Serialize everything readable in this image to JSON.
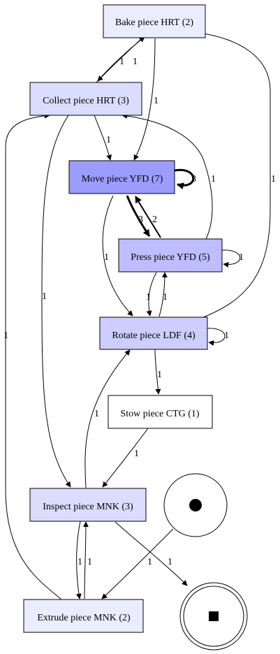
{
  "graph": {
    "nodes": [
      {
        "id": "bake",
        "label": "Bake piece HRT (2)",
        "fill": "#ececff"
      },
      {
        "id": "collect",
        "label": "Collect piece HRT (3)",
        "fill": "#dcdcff"
      },
      {
        "id": "move",
        "label": "Move piece YFD (7)",
        "fill": "#9c9cff"
      },
      {
        "id": "press",
        "label": "Press piece YFD (5)",
        "fill": "#bdbdff"
      },
      {
        "id": "rotate",
        "label": "Rotate piece LDF (4)",
        "fill": "#cdcdff"
      },
      {
        "id": "stow",
        "label": "Stow piece CTG (1)",
        "fill": "#ffffff"
      },
      {
        "id": "inspect",
        "label": "Inspect piece MNK (3)",
        "fill": "#dcdcff"
      },
      {
        "id": "extrude",
        "label": "Extrude piece MNK (2)",
        "fill": "#ececff"
      },
      {
        "id": "start",
        "label": "",
        "kind": "start-place"
      },
      {
        "id": "end",
        "label": "",
        "kind": "end-place"
      }
    ],
    "edges": [
      {
        "from": "collect",
        "to": "bake",
        "label": "1"
      },
      {
        "from": "bake",
        "to": "collect",
        "label": "1"
      },
      {
        "from": "bake",
        "to": "move",
        "label": "1"
      },
      {
        "from": "collect",
        "to": "move",
        "label": "1"
      },
      {
        "from": "move",
        "to": "move",
        "label": "3"
      },
      {
        "from": "move",
        "to": "press",
        "label": "3"
      },
      {
        "from": "press",
        "to": "move",
        "label": "2"
      },
      {
        "from": "press",
        "to": "collect",
        "label": "1"
      },
      {
        "from": "press",
        "to": "press",
        "label": "1"
      },
      {
        "from": "move",
        "to": "rotate",
        "label": "1"
      },
      {
        "from": "press",
        "to": "rotate",
        "label": "1"
      },
      {
        "from": "rotate",
        "to": "press",
        "label": "1"
      },
      {
        "from": "rotate",
        "to": "rotate",
        "label": "1"
      },
      {
        "from": "rotate",
        "to": "bake",
        "label": "1"
      },
      {
        "from": "collect",
        "to": "inspect",
        "label": "1"
      },
      {
        "from": "extrude",
        "to": "collect",
        "label": "1"
      },
      {
        "from": "rotate",
        "to": "stow",
        "label": "1"
      },
      {
        "from": "inspect",
        "to": "rotate",
        "label": "1"
      },
      {
        "from": "stow",
        "to": "inspect",
        "label": "1"
      },
      {
        "from": "inspect",
        "to": "extrude",
        "label": "1"
      },
      {
        "from": "extrude",
        "to": "inspect",
        "label": "1"
      },
      {
        "from": "start",
        "to": "extrude",
        "label": "1"
      },
      {
        "from": "inspect",
        "to": "end",
        "label": "1"
      }
    ]
  }
}
